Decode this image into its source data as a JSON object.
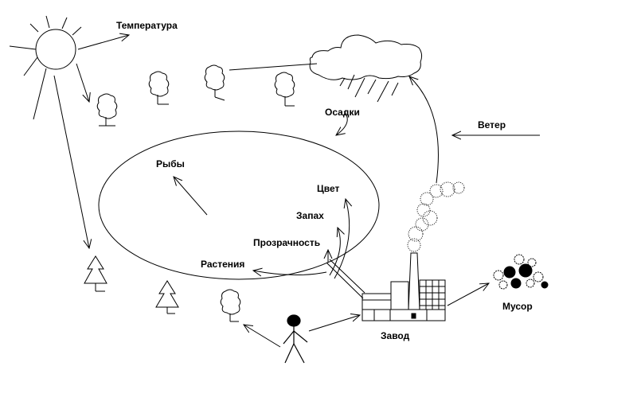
{
  "labels": {
    "temperature": "Температура",
    "precipitation": "Осадки",
    "wind": "Ветер",
    "fish": "Рыбы",
    "color": "Цвет",
    "smell": "Запах",
    "transparency": "Прозрачность",
    "plants": "Растения",
    "factory": "Завод",
    "garbage": "Мусор"
  },
  "colors": {
    "ink": "#000000",
    "background": "#ffffff"
  }
}
